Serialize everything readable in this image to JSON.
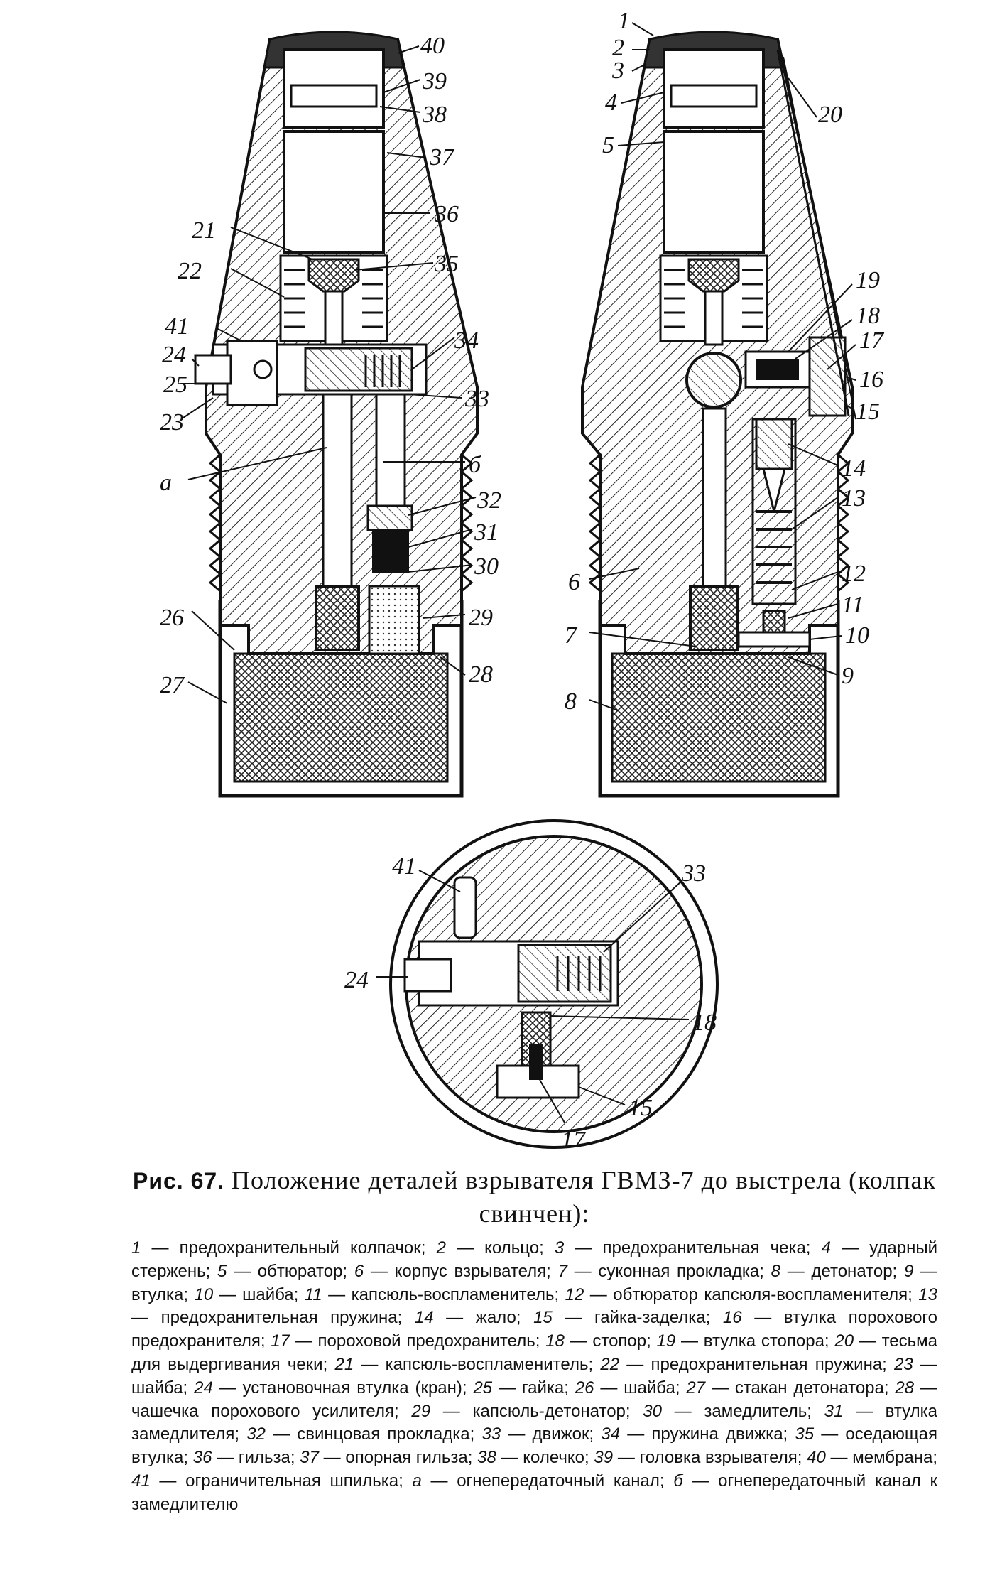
{
  "figure": {
    "left_labels": [
      "40",
      "39",
      "38",
      "37",
      "36",
      "21",
      "35",
      "22",
      "41",
      "24",
      "34",
      "25",
      "33",
      "23",
      "а",
      "б",
      "32",
      "31",
      "30",
      "29",
      "26",
      "28",
      "27"
    ],
    "right_labels": [
      "1",
      "2",
      "3",
      "20",
      "4",
      "5",
      "19",
      "18",
      "17",
      "16",
      "15",
      "14",
      "13",
      "6",
      "12",
      "11",
      "7",
      "10",
      "9",
      "8"
    ],
    "bottom_labels": [
      "41",
      "33",
      "24",
      "18",
      "15",
      "17"
    ]
  },
  "caption": {
    "figure_number": "Рис. 67.",
    "title": "Положение деталей взрывателя ГВМЗ-7 до выстрела (колпак свинчен):",
    "legend": [
      {
        "n": "1",
        "t": "предохранительный колпачок;"
      },
      {
        "n": "2",
        "t": "кольцо;"
      },
      {
        "n": "3",
        "t": "предохранительная чека;"
      },
      {
        "n": "4",
        "t": "ударный стержень;"
      },
      {
        "n": "5",
        "t": "обтюратор;"
      },
      {
        "n": "6",
        "t": "корпус взрывателя;"
      },
      {
        "n": "7",
        "t": "суконная прокладка;"
      },
      {
        "n": "8",
        "t": "детонатор;"
      },
      {
        "n": "9",
        "t": "втулка;"
      },
      {
        "n": "10",
        "t": "шайба;"
      },
      {
        "n": "11",
        "t": "капсюль-воспламенитель;"
      },
      {
        "n": "12",
        "t": "обтюратор капсюля-воспламенителя;"
      },
      {
        "n": "13",
        "t": "предохранительная пружина;"
      },
      {
        "n": "14",
        "t": "жало;"
      },
      {
        "n": "15",
        "t": "гайка-заделка;"
      },
      {
        "n": "16",
        "t": "втулка порохового предохранителя;"
      },
      {
        "n": "17",
        "t": "пороховой предохранитель;"
      },
      {
        "n": "18",
        "t": "стопор;"
      },
      {
        "n": "19",
        "t": "втулка стопора;"
      },
      {
        "n": "20",
        "t": "тесьма для выдергивания чеки;"
      },
      {
        "n": "21",
        "t": "капсюль-воспламенитель;"
      },
      {
        "n": "22",
        "t": "предохранительная пружина;"
      },
      {
        "n": "23",
        "t": "шайба;"
      },
      {
        "n": "24",
        "t": "установочная втулка (кран);"
      },
      {
        "n": "25",
        "t": "гайка;"
      },
      {
        "n": "26",
        "t": "шайба;"
      },
      {
        "n": "27",
        "t": "стакан детонатора;"
      },
      {
        "n": "28",
        "t": "чашечка порохового усилителя;"
      },
      {
        "n": "29",
        "t": "капсюль-детонатор;"
      },
      {
        "n": "30",
        "t": "замедлитель;"
      },
      {
        "n": "31",
        "t": "втулка замедлителя;"
      },
      {
        "n": "32",
        "t": "свинцовая прокладка;"
      },
      {
        "n": "33",
        "t": "движок;"
      },
      {
        "n": "34",
        "t": "пружина движка;"
      },
      {
        "n": "35",
        "t": "оседающая втулка;"
      },
      {
        "n": "36",
        "t": "гильза;"
      },
      {
        "n": "37",
        "t": "опорная гильза;"
      },
      {
        "n": "38",
        "t": "колечко;"
      },
      {
        "n": "39",
        "t": "головка взрывателя;"
      },
      {
        "n": "40",
        "t": "мембрана;"
      },
      {
        "n": "41",
        "t": "ограничительная шпилька;"
      },
      {
        "n": "а",
        "t": "огнепередаточный канал;"
      },
      {
        "n": "б",
        "t": "огнепередаточный канал к замедлителю"
      }
    ]
  }
}
